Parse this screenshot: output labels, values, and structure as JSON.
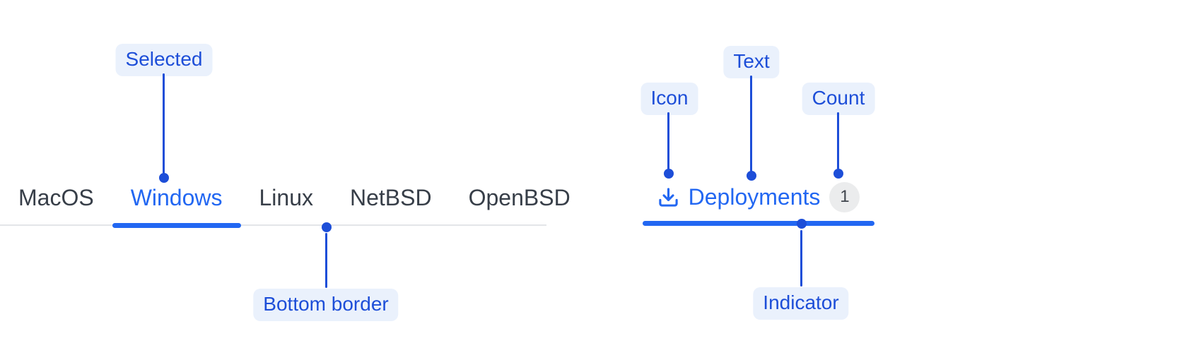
{
  "colors": {
    "accent_blue": "#2267F2",
    "annotation_blue": "#1D4ED8",
    "annotation_pill_bg": "#EAF1FC",
    "divider_gray": "#E3E5E8",
    "tab_text_gray": "#373E48",
    "badge_bg": "#EBECED",
    "badge_text": "#40454D",
    "background": "#FFFFFF"
  },
  "tabs_demo": {
    "tabs": [
      {
        "label": "MacOS",
        "selected": false
      },
      {
        "label": "Windows",
        "selected": true
      },
      {
        "label": "Linux",
        "selected": false
      },
      {
        "label": "NetBSD",
        "selected": false
      },
      {
        "label": "OpenBSD",
        "selected": false
      }
    ],
    "annotations": {
      "selected_label": "Selected",
      "bottom_border_label": "Bottom border"
    }
  },
  "anatomy_demo": {
    "tab": {
      "icon": "download-icon",
      "label": "Deployments",
      "count": "1"
    },
    "annotations": {
      "icon_label": "Icon",
      "text_label": "Text",
      "count_label": "Count",
      "indicator_label": "Indicator"
    }
  }
}
